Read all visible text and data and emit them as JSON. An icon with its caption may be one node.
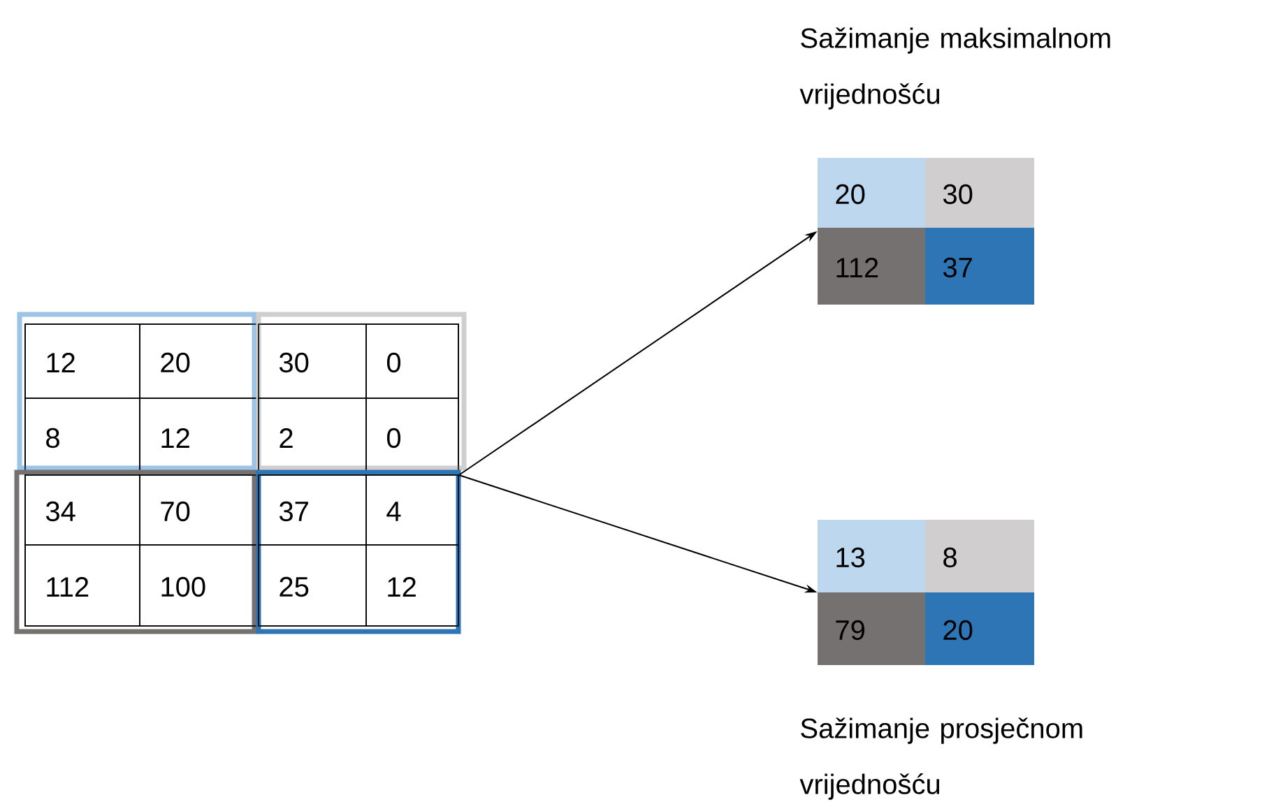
{
  "diagram": {
    "nodes": [
      {
        "text": [],
        "shape": "box"
      },
      {
        "text": [
          "12",
          "20",
          "8",
          "12"
        ],
        "in": 0
      },
      {
        "text": [
          "30",
          "0",
          "2",
          "0"
        ],
        "in": 0
      },
      {
        "text": [
          "34",
          "70",
          "112",
          "100"
        ],
        "in": 0
      },
      {
        "text": [
          "37",
          "4",
          "25",
          "12"
        ],
        "in": 0
      },
      {
        "text": [
          "Sažimanje maksimalnom vrijednošću",
          "20",
          "30",
          "112",
          "37"
        ]
      },
      {
        "text": [
          "Sažimanje prosječnom vrijednošću",
          "13",
          "8",
          "79",
          "20"
        ]
      }
    ],
    "edges": [
      {
        "from": 0,
        "to": 5,
        "arrow": "to"
      },
      {
        "from": 0,
        "to": 6,
        "arrow": "to"
      }
    ]
  }
}
